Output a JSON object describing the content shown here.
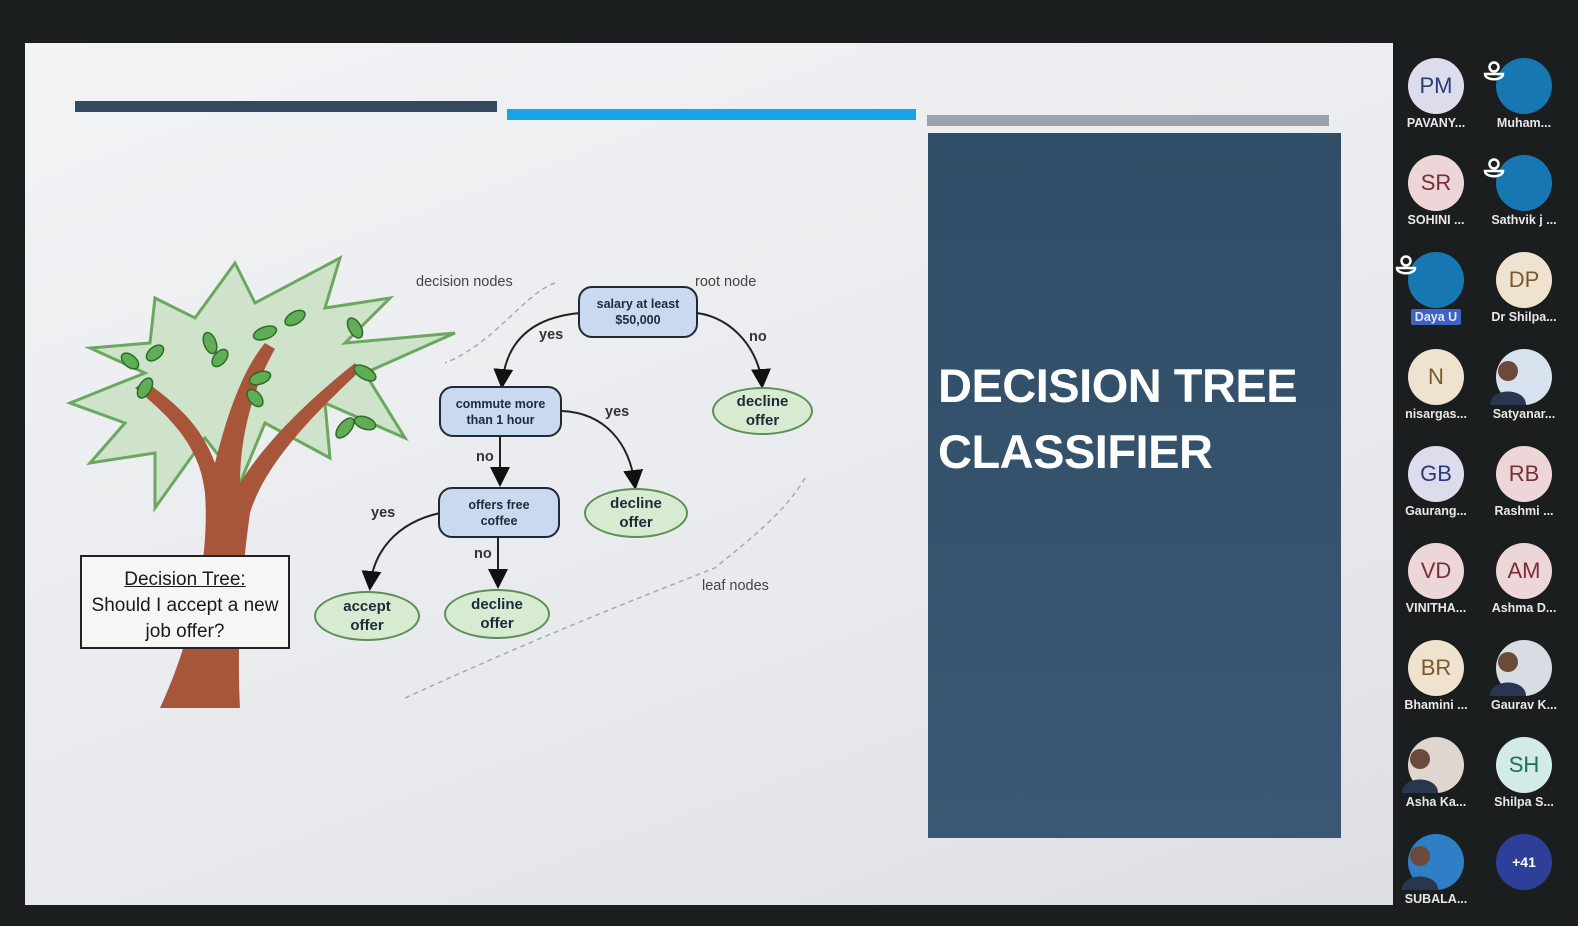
{
  "slide": {
    "title_line1": "DECISION TREE",
    "title_line2": "CLASSIFIER",
    "sign": {
      "title": "Decision Tree:",
      "line1": "Should I accept a new",
      "line2": "job offer?"
    },
    "annotations": {
      "decision_nodes": "decision nodes",
      "root_node": "root node",
      "leaf_nodes": "leaf nodes"
    },
    "nodes": {
      "root": [
        "salary at least",
        "$50,000"
      ],
      "commute": [
        "commute more",
        "than 1 hour"
      ],
      "coffee": [
        "offers free",
        "coffee"
      ],
      "decline1": [
        "decline",
        "offer"
      ],
      "decline2": [
        "decline",
        "offer"
      ],
      "decline3": [
        "decline",
        "offer"
      ],
      "accept": [
        "accept",
        "offer"
      ]
    },
    "edges": {
      "root_yes": "yes",
      "root_no": "no",
      "commute_yes": "yes",
      "commute_no": "no",
      "coffee_yes": "yes",
      "coffee_no": "no"
    },
    "colors": {
      "panel": "#2f4d66",
      "bar_dark": "#34495e",
      "bar_blue": "#1aa3e8",
      "bar_gray": "#9aa3ad"
    }
  },
  "participants": [
    {
      "initials": "PM",
      "name": "PAVANY...",
      "bg": "#dcdcec",
      "fg": "#2d3a7a"
    },
    {
      "initials": "",
      "name": "Muham...",
      "bg": "#1677b3",
      "icon": "person"
    },
    {
      "initials": "SR",
      "name": "SOHINI ...",
      "bg": "#ecd6d8",
      "fg": "#7a2d38"
    },
    {
      "initials": "",
      "name": "Sathvik j ...",
      "bg": "#1677b3",
      "icon": "person"
    },
    {
      "initials": "",
      "name": "Daya U",
      "bg": "#1677b3",
      "icon": "person",
      "speaking": true
    },
    {
      "initials": "DP",
      "name": "Dr Shilpa...",
      "bg": "#efe3cf",
      "fg": "#7a5a2a"
    },
    {
      "initials": "N",
      "name": "nisargas...",
      "bg": "#efe3cf",
      "fg": "#7a5a2a"
    },
    {
      "initials": "",
      "name": "Satyanar...",
      "bg": "#d8e2ef",
      "photo": true
    },
    {
      "initials": "GB",
      "name": "Gaurang...",
      "bg": "#dcdcec",
      "fg": "#2d3a7a"
    },
    {
      "initials": "RB",
      "name": "Rashmi ...",
      "bg": "#ecd6d8",
      "fg": "#7a2d38"
    },
    {
      "initials": "VD",
      "name": "VINITHA...",
      "bg": "#ecd6d8",
      "fg": "#7a2d38"
    },
    {
      "initials": "AM",
      "name": "Ashma D...",
      "bg": "#ecd6d8",
      "fg": "#7a2d38"
    },
    {
      "initials": "BR",
      "name": "Bhamini ...",
      "bg": "#efe3cf",
      "fg": "#7a5a2a"
    },
    {
      "initials": "",
      "name": "Gaurav K...",
      "bg": "#d8dde4",
      "photo": true
    },
    {
      "initials": "",
      "name": "Asha Ka...",
      "bg": "#e0d6d0",
      "photo": true
    },
    {
      "initials": "SH",
      "name": "Shilpa S...",
      "bg": "#d3ebe6",
      "fg": "#1d6b63"
    },
    {
      "initials": "",
      "name": "SUBALA...",
      "bg": "#2f7fc6",
      "photo": true
    },
    {
      "initials": "+41",
      "name": "",
      "bg": "#2e3f9a",
      "fg": "#ffffff"
    }
  ]
}
